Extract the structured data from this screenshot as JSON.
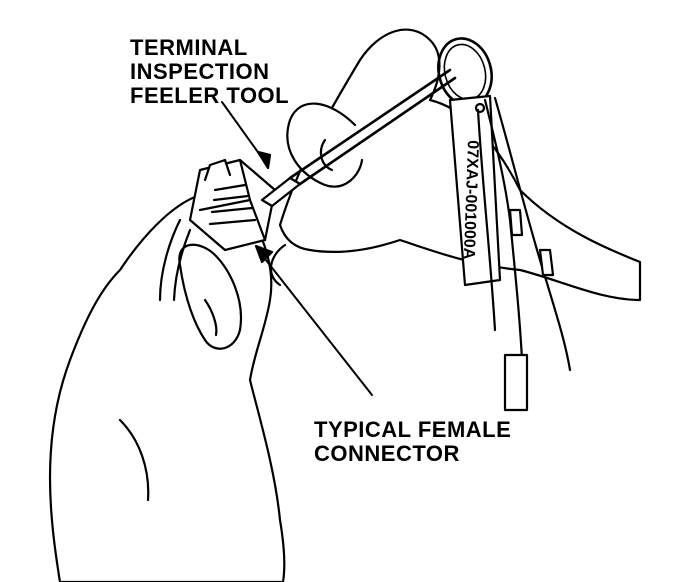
{
  "labels": {
    "tool": [
      "TERMINAL",
      "INSPECTION",
      "FEELER TOOL"
    ],
    "connector": [
      "TYPICAL FEMALE",
      "CONNECTOR"
    ]
  },
  "tag_text": "07XAJ-001000A",
  "colors": {
    "ink": "#000000",
    "paper": "#ffffff"
  }
}
